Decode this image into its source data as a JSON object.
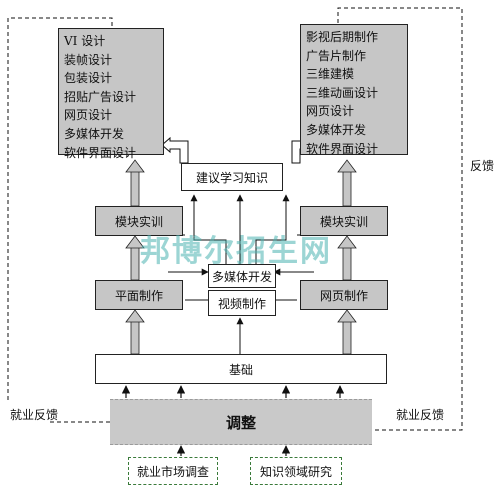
{
  "left_list": [
    "VI 设计",
    "装帧设计",
    "包装设计",
    "招贴广告设计",
    "网页设计",
    "多媒体开发",
    "软件界面设计"
  ],
  "right_list": [
    "影视后期制作",
    "广告片制作",
    "三维建模",
    "三维动画设计",
    "网页设计",
    "多媒体开发",
    "软件界面设计"
  ],
  "advice_box": "建议学习知识",
  "module_left": "模块实训",
  "module_right": "模块实训",
  "multimedia": "多媒体开发",
  "video": "视频制作",
  "flat_left": "平面制作",
  "web_right": "网页制作",
  "foundation": "基础",
  "adjust": "调整",
  "feedback_right": "反馈",
  "employment_feedback_left": "就业反馈",
  "employment_feedback_right": "就业反馈",
  "market_survey": "就业市场调查",
  "knowledge_research": "知识领域研究",
  "watermark": "邦博尔招生网"
}
